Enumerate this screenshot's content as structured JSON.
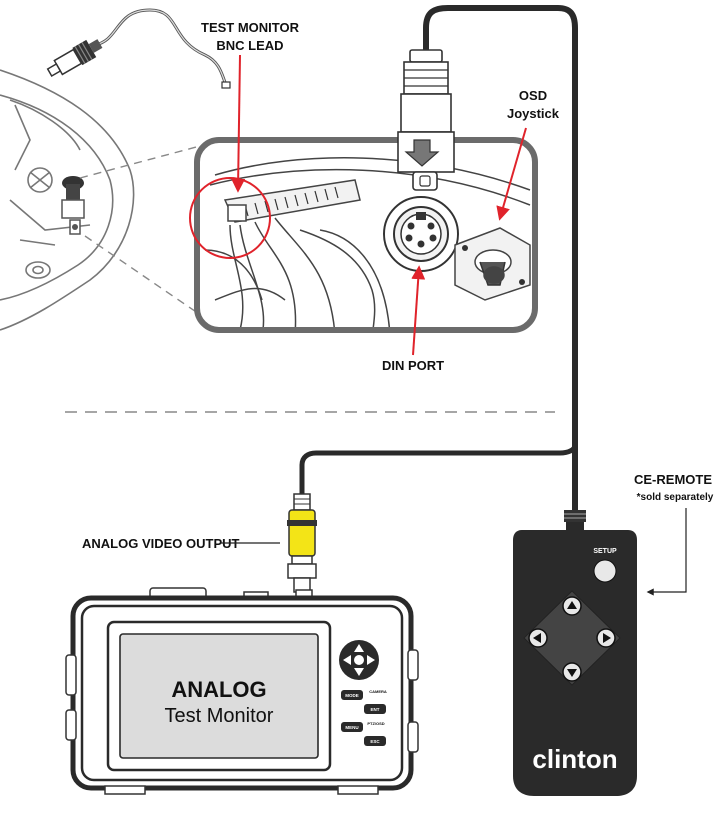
{
  "labels": {
    "test_monitor_line1": "TEST MONITOR",
    "test_monitor_line2": "BNC LEAD",
    "osd_line1": "OSD",
    "osd_line2": "Joystick",
    "din_port": "DIN PORT",
    "analog_video_output": "ANALOG VIDEO OUTPUT",
    "ce_remote": "CE-REMOTE",
    "sold_separately": "*sold separately"
  },
  "monitor": {
    "screen_line1": "ANALOG",
    "screen_line2": "Test Monitor",
    "buttons": {
      "mode": "MODE",
      "camera": "CAMERA",
      "ent": "ENT",
      "menu": "MENU",
      "ptz": "PTZ/OSD",
      "esc": "ESC"
    }
  },
  "remote": {
    "setup_label": "SETUP",
    "brand": "clinton"
  },
  "colors": {
    "accent_red": "#e0232b",
    "bnc_yellow": "#f3e417",
    "dark": "#2a2a2a",
    "frame_gray": "#6b6b6b"
  }
}
